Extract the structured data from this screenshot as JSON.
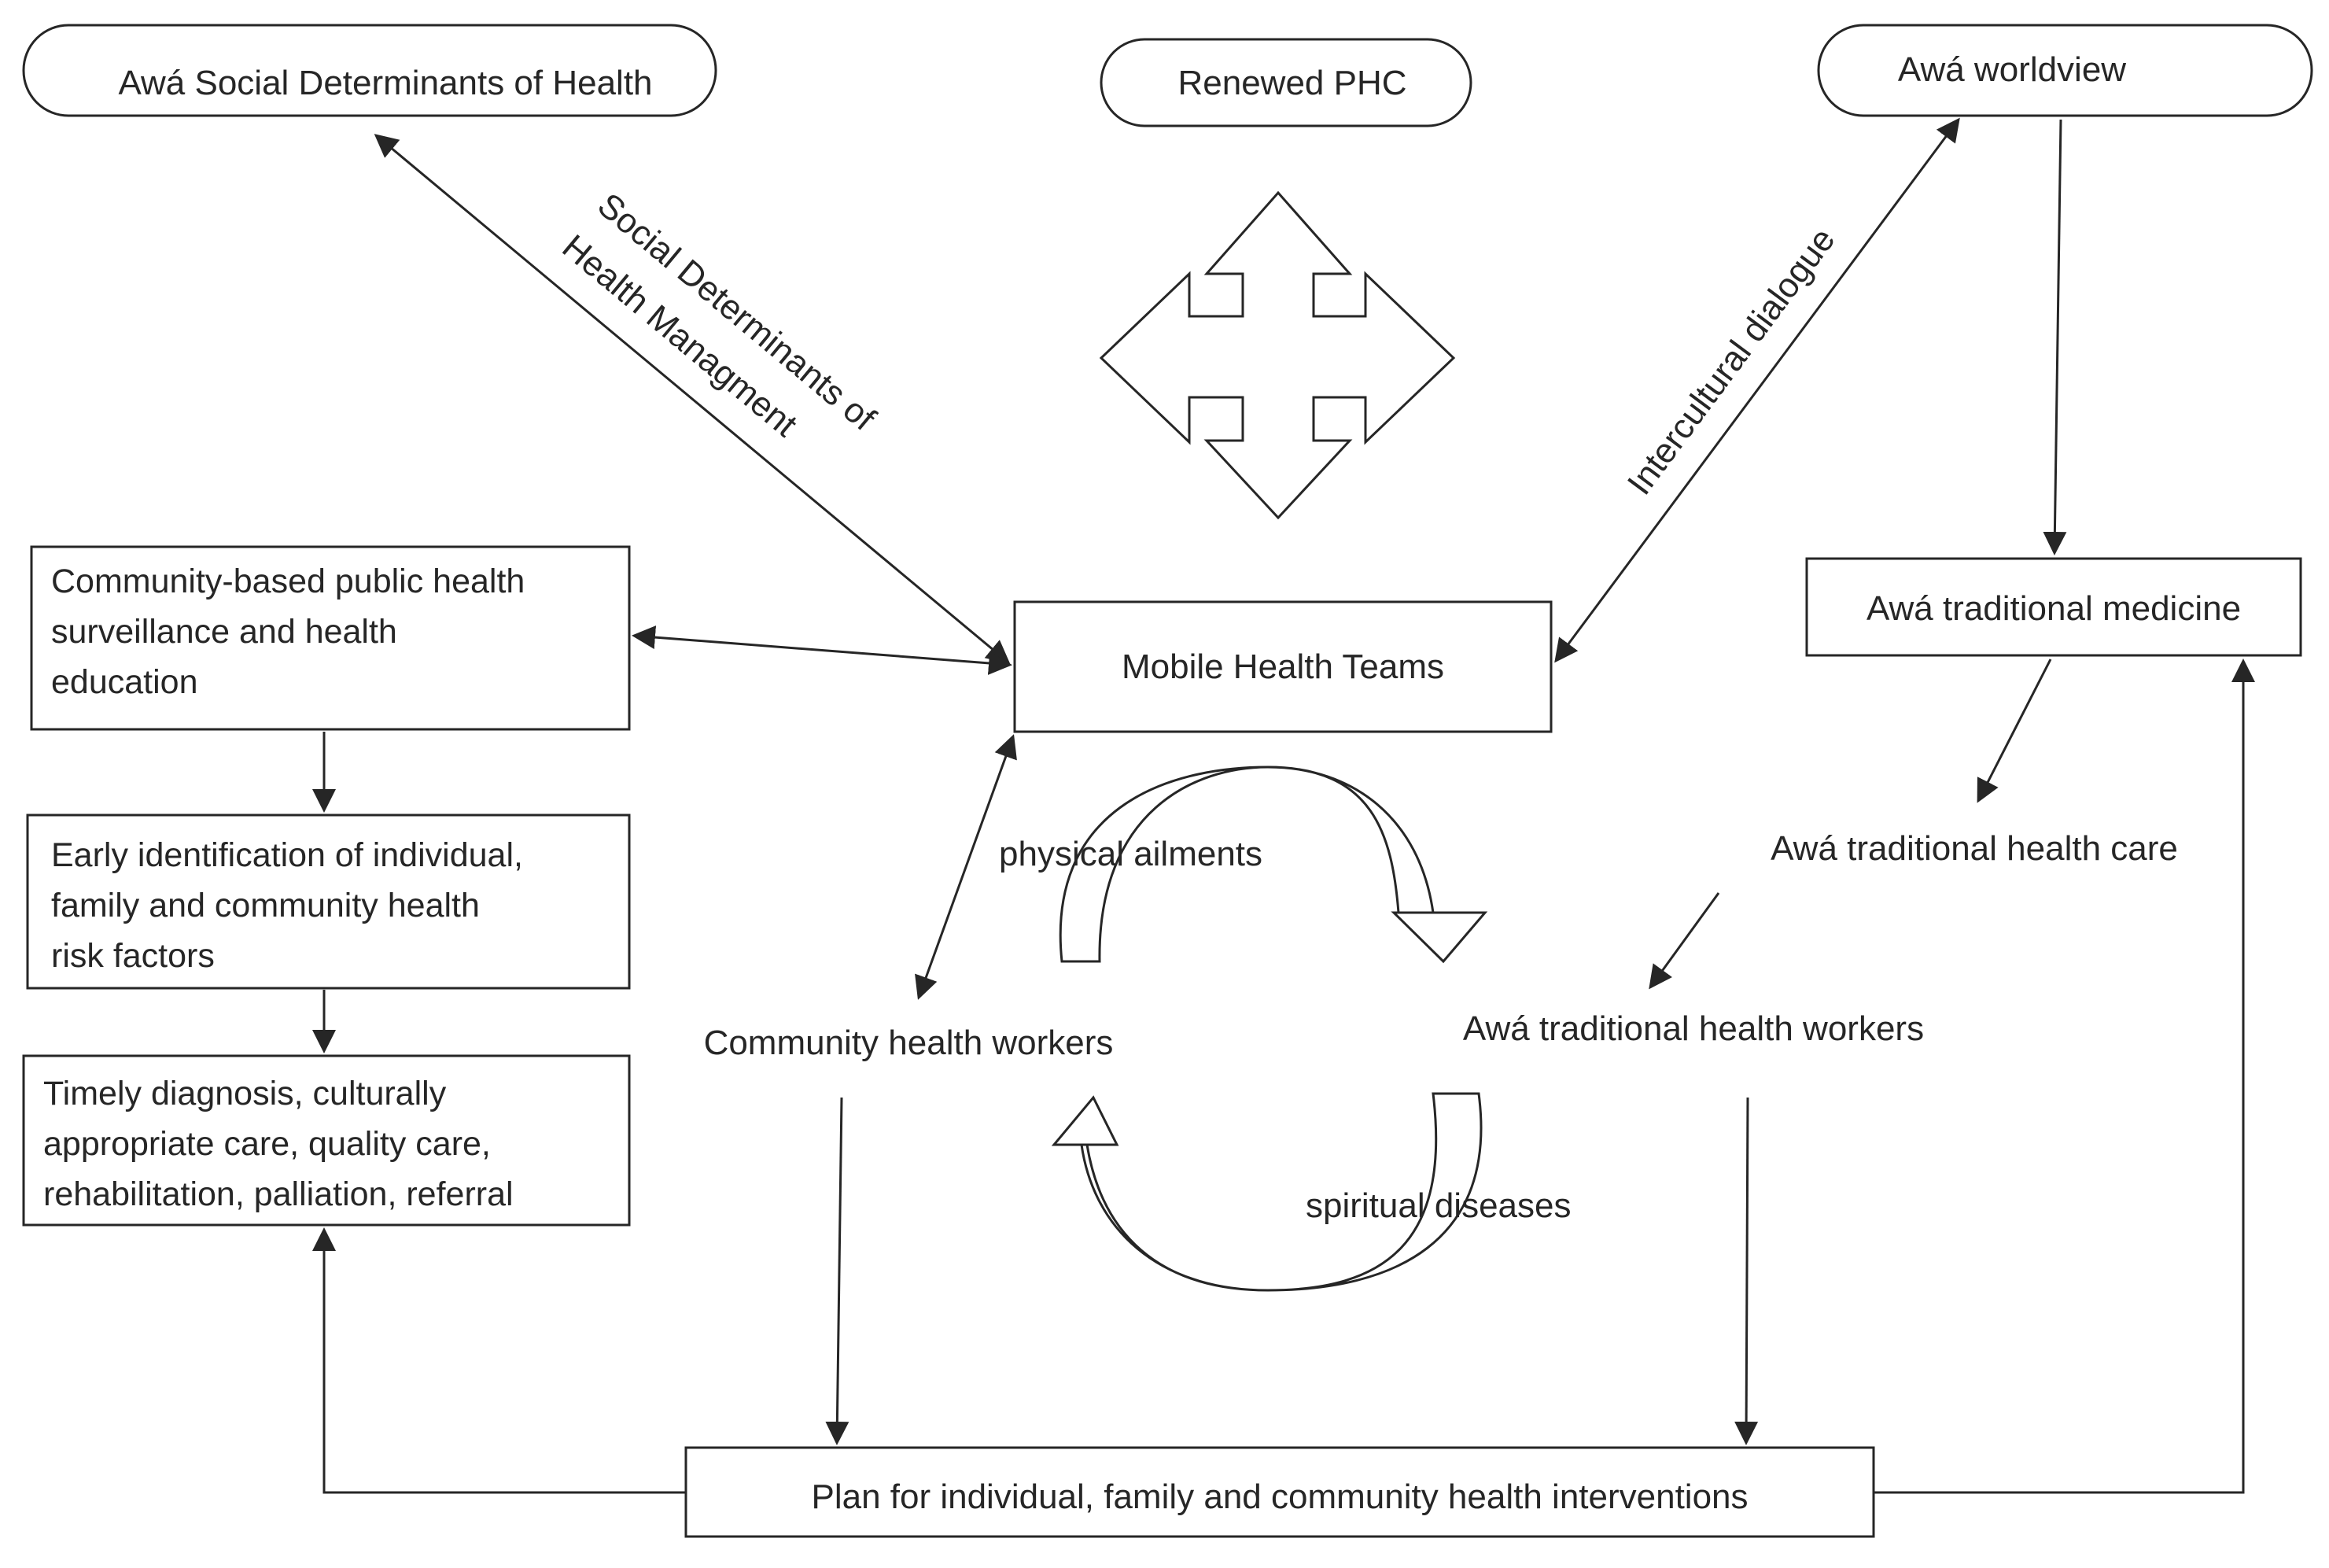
{
  "nodes": {
    "awa_sdh": "Awá Social Determinants of Health",
    "renewed_phc": "Renewed PHC",
    "awa_worldview": "Awá worldview",
    "community_surveillance": [
      "Community-based  public health",
      "surveillance and health",
      "education"
    ],
    "mobile_teams": "Mobile Health Teams",
    "awa_traditional_medicine": "Awá traditional medicine",
    "early_identification": [
      "Early identification of individual,",
      "family and community  health",
      "risk factors"
    ],
    "awa_traditional_care": "Awá traditional health care",
    "community_health_workers": "Community  health workers",
    "awa_traditional_workers": "Awá traditional health workers",
    "timely_diagnosis": [
      "Timely diagnosis, culturally",
      "appropriate care, quality care,",
      "rehabilitation, palliation, referral"
    ],
    "plan": "Plan for individual, family and community  health interventions"
  },
  "edge_labels": {
    "sdh_management": [
      "Social Determinants of",
      "Health Managment"
    ],
    "intercultural": "Intercultural dialogue",
    "physical": "physical ailments",
    "spiritual": "spiritual diseases"
  }
}
